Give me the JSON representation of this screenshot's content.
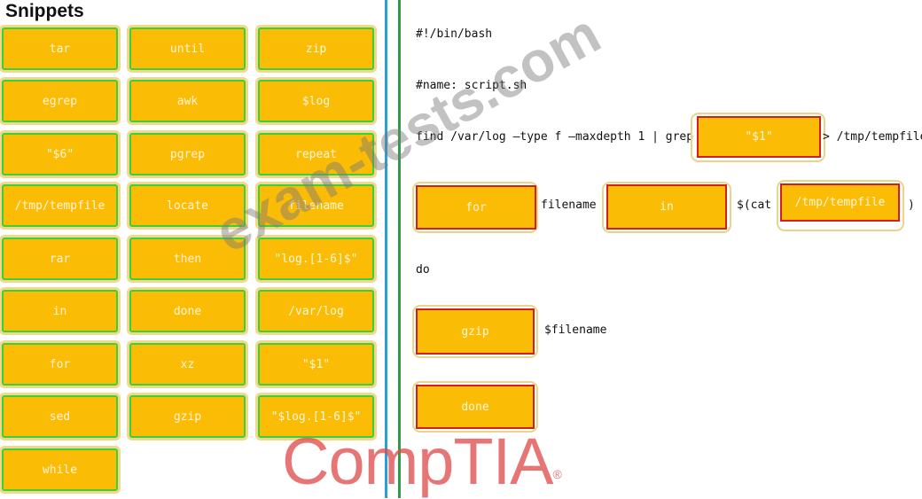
{
  "snippets_panel": {
    "title": "Snippets",
    "items": [
      {
        "label": "tar"
      },
      {
        "label": "until"
      },
      {
        "label": "zip"
      },
      {
        "label": "egrep"
      },
      {
        "label": "awk"
      },
      {
        "label": "$log"
      },
      {
        "label": "\"$6\""
      },
      {
        "label": "pgrep"
      },
      {
        "label": "repeat"
      },
      {
        "label": "/tmp/tempfile"
      },
      {
        "label": "locate"
      },
      {
        "label": "filename"
      },
      {
        "label": "rar"
      },
      {
        "label": "then"
      },
      {
        "label": "\"log.[1-6]$\""
      },
      {
        "label": "in"
      },
      {
        "label": "done"
      },
      {
        "label": "/var/log"
      },
      {
        "label": "for"
      },
      {
        "label": "xz"
      },
      {
        "label": "\"$1\""
      },
      {
        "label": "sed"
      },
      {
        "label": "gzip"
      },
      {
        "label": "\"$log.[1-6]$\""
      },
      {
        "label": "while"
      }
    ]
  },
  "script_panel": {
    "line_shebang": "#!/bin/bash",
    "line_name": "#name: script.sh",
    "line_find_prefix": "find /var/log –type f –maxdepth 1 | grep",
    "line_find_suffix": "> /tmp/tempfile",
    "slot_grep_pattern": "\"$1\"",
    "slot_loop_keyword": "for",
    "text_loop_var": "filename",
    "slot_in_keyword": "in",
    "text_cat_open": "$(cat",
    "slot_cat_file": "/tmp/tempfile",
    "text_cat_close": ")",
    "line_do": "do",
    "slot_command": "gzip",
    "text_command_arg": "$filename",
    "slot_end": "done"
  },
  "overlay": {
    "watermark": "exam-tests.com",
    "logo": "CompTIA",
    "logo_mark": "®"
  },
  "colors": {
    "snippet_fill": "#fbbc05",
    "snippet_border": "#3ccf3c",
    "slot_border": "#d11f1f",
    "divider_blue": "#2a9fd6",
    "divider_green": "#2e9e44"
  }
}
